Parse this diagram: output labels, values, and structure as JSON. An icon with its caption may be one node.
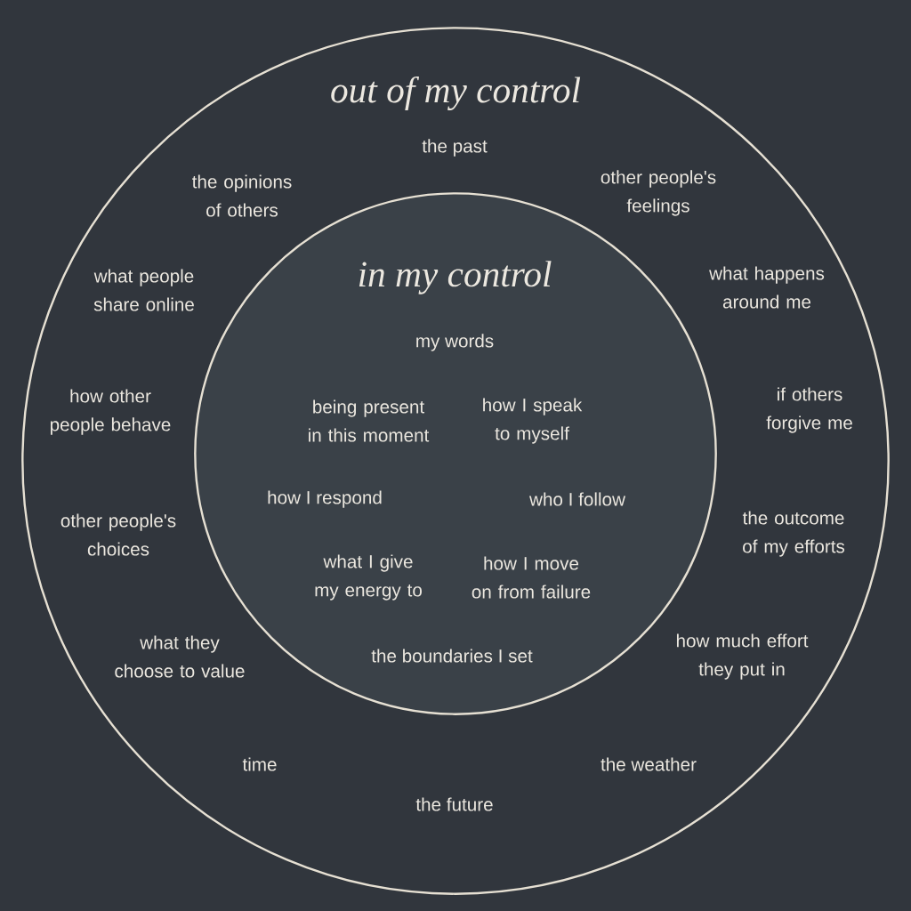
{
  "diagram": {
    "nodes": [
      {
        "text": [
          "out of my control",
          "the past",
          "the opinions of others",
          "other people's feelings",
          "what people share online",
          "what happens around me",
          "how other people behave",
          "if others forgive me",
          "other people's choices",
          "the outcome of my efforts",
          "what they choose to value",
          "how much effort they put in",
          "time",
          "the weather",
          "the future"
        ]
      },
      {
        "text": [
          "in my control",
          "my words",
          "being present in this moment",
          "how I speak to myself",
          "how I respond",
          "who I follow",
          "what I give my energy to",
          "how I move on from failure",
          "the boundaries I set"
        ],
        "in": 0
      }
    ]
  }
}
